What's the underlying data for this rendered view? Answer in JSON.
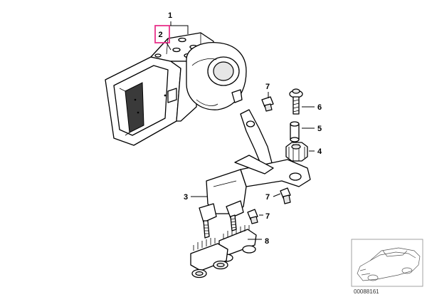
{
  "callouts": {
    "c1": "1",
    "c2": "2",
    "c3": "3",
    "c4": "4",
    "c5": "5",
    "c6": "6",
    "c7a": "7",
    "c7b": "7",
    "c7c": "7",
    "c8": "8"
  },
  "highlighted_callout": "2",
  "highlight_color": "#e8318a",
  "thumbnail": {
    "doc_number": "00088161",
    "icon": "car-sedan-icon"
  }
}
